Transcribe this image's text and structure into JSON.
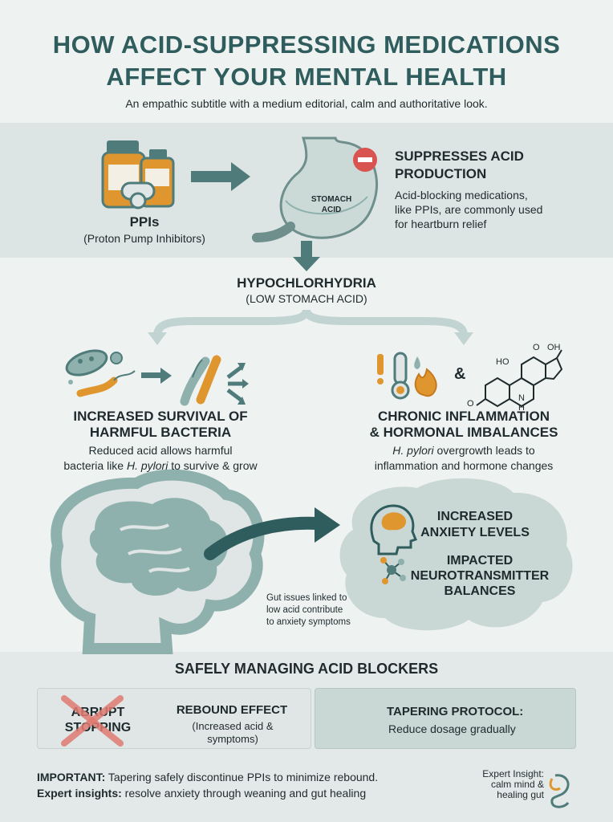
{
  "header": {
    "title_line1": "HOW ACID-SUPPRESSING MEDICATIONS",
    "title_line2": "AFFECT YOUR MENTAL HEALTH",
    "subtitle": "An empathic subtitle with a medium editorial, calm and authoritative look."
  },
  "ppis": {
    "label": "PPIs",
    "sublabel": "(Proton Pump Inhibitors)"
  },
  "stomach": {
    "label_line1": "STOMACH",
    "label_line2": "ACID"
  },
  "suppress": {
    "title_line1": "SUPPRESSES ACID",
    "title_line2": "PRODUCTION",
    "desc_line1": "Acid-blocking medications,",
    "desc_line2": "like PPIs, are commonly used",
    "desc_line3": "for heartburn relief"
  },
  "hypo": {
    "title": "HYPOCHLORHYDRIA",
    "subtitle": "(LOW STOMACH ACID)"
  },
  "bacteria": {
    "title_line1": "INCREASED SURVIVAL OF",
    "title_line2": "HARMFUL BACTERIA",
    "desc_line1": "Reduced acid allows harmful",
    "desc_line2_a": "bacteria like ",
    "desc_line2_b": "H. pylori",
    "desc_line2_c": " to survive & grow"
  },
  "inflammation": {
    "ampersand": "&",
    "title_line1": "CHRONIC INFLAMMATION",
    "title_line2": "& HORMONAL IMBALANCES",
    "desc_line1_a": "H. pylori",
    "desc_line1_b": " overgrowth leads to",
    "desc_line2": "inflammation and hormone changes"
  },
  "molecule": {
    "oh_top": "OH",
    "o_top": "O",
    "ho": "HO",
    "o_left": "O",
    "n": "N",
    "h": "H"
  },
  "brain": {
    "anxiety_line1": "INCREASED",
    "anxiety_line2": "ANXIETY LEVELS",
    "neuro_line1": "IMPACTED",
    "neuro_line2": "NEUROTRANSMITTER",
    "neuro_line3": "BALANCES",
    "note_line1": "Gut issues linked to",
    "note_line2": "low acid contribute",
    "note_line3": "to anxiety symptoms"
  },
  "managing": {
    "title": "SAFELY MANAGING ACID BLOCKERS",
    "abrupt_line1": "ABRUPT",
    "abrupt_line2": "STOPPING",
    "rebound_title": "REBOUND EFFECT",
    "rebound_line1": "(Increased acid &",
    "rebound_line2": "symptoms)",
    "taper_title": "TAPERING PROTOCOL:",
    "taper_desc": "Reduce dosage gradually"
  },
  "footer": {
    "important_label": "IMPORTANT:",
    "important_text": " Tapering safely discontinue PPIs to minimize rebound.",
    "expert_label": "Expert insights:",
    "expert_text": " resolve anxiety through weaning and gut healing",
    "side_line1": "Expert Insight:",
    "side_line2": "calm mind &",
    "side_line3": "healing gut"
  },
  "colors": {
    "teal_dark": "#2f5c5c",
    "teal": "#4f7c7a",
    "teal_light": "#8fb1ae",
    "orange": "#e0962f",
    "red": "#d9534f"
  }
}
